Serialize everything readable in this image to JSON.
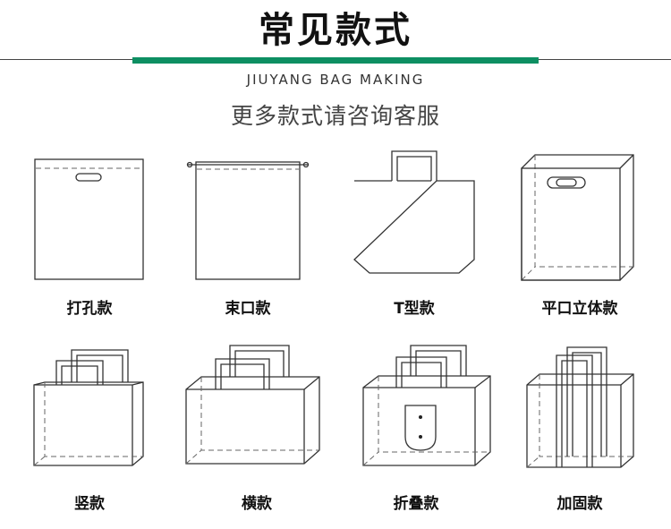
{
  "header": {
    "title": "常见款式",
    "subtitle_en": "JIUYANG BAG MAKING",
    "subtitle_cn": "更多款式请咨询客服"
  },
  "styles": [
    {
      "label": "打孔款",
      "icon": "die-cut-bag-icon"
    },
    {
      "label": "束口款",
      "icon": "drawstring-bag-icon"
    },
    {
      "label": "T型款",
      "icon": "t-shirt-bag-icon"
    },
    {
      "label": "平口立体款",
      "icon": "flat-3d-bag-icon"
    },
    {
      "label": "竖款",
      "icon": "vertical-handle-bag-icon"
    },
    {
      "label": "横款",
      "icon": "horizontal-handle-bag-icon"
    },
    {
      "label": "折叠款",
      "icon": "foldable-bag-icon"
    },
    {
      "label": "加固款",
      "icon": "reinforced-bag-icon"
    }
  ],
  "colors": {
    "accent": "#0d8f62",
    "text": "#111111"
  }
}
